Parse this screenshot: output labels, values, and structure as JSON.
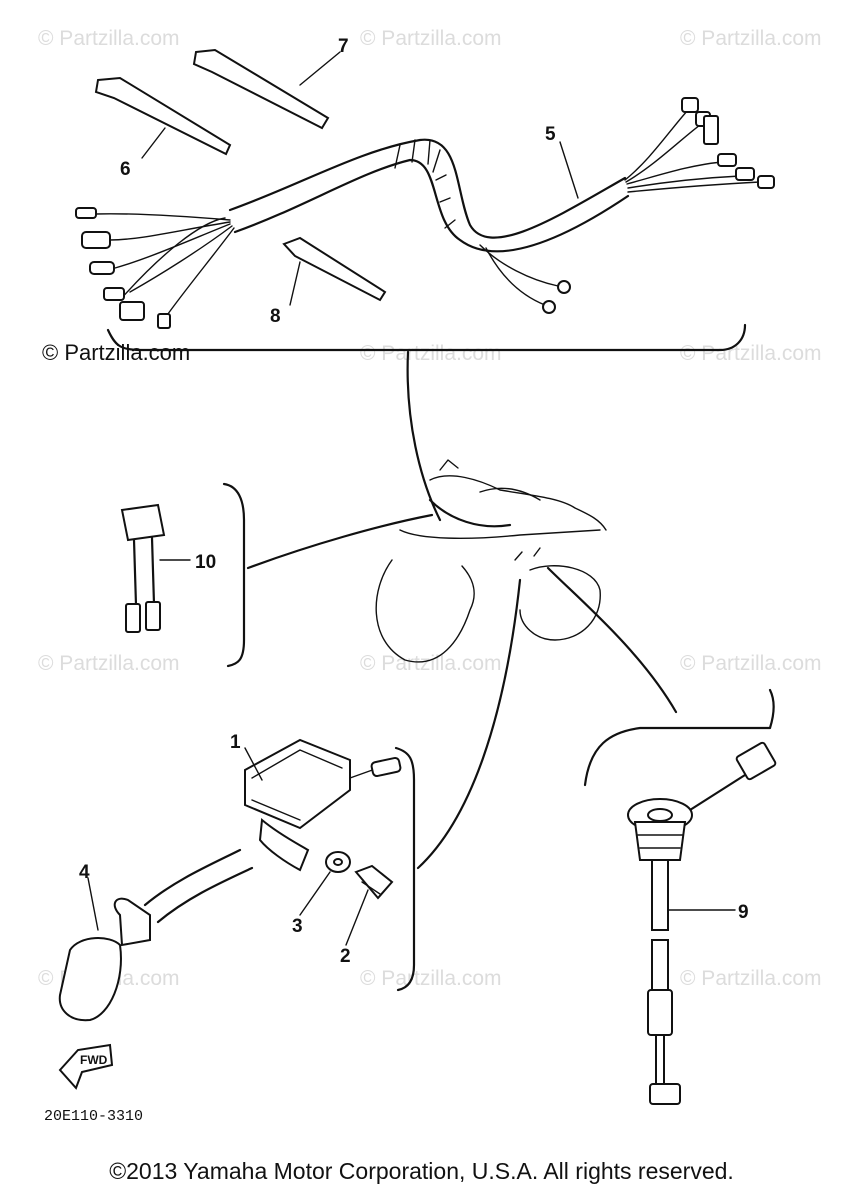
{
  "watermark": {
    "text": "© Partzilla.com",
    "color": "#dcdcdc",
    "strong_color": "#111111"
  },
  "callouts": [
    "1",
    "2",
    "3",
    "4",
    "5",
    "6",
    "7",
    "8",
    "9",
    "10"
  ],
  "diagram_code": "20E110-3310",
  "fwd_label": "FWD",
  "copyright": "©2013 Yamaha Motor Corporation, U.S.A. All rights reserved."
}
